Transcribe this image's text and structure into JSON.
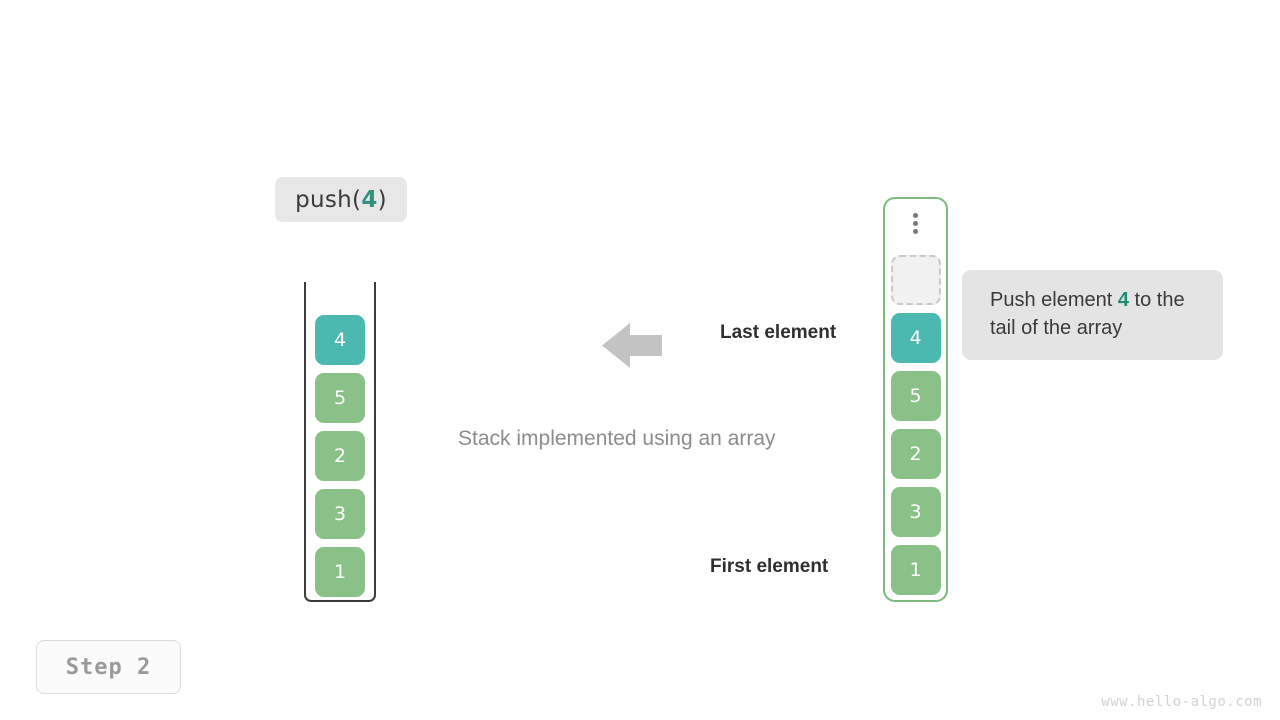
{
  "operation": {
    "label_prefix": "push(",
    "label_value": "4",
    "label_suffix": ")"
  },
  "caption": "Stack implemented using an array",
  "labels": {
    "last_element": "Last element",
    "first_element": "First element"
  },
  "tooltip": {
    "text_before": "Push element ",
    "accent": "4",
    "text_after": " to the tail of the array"
  },
  "step_badge": "Step  2",
  "watermark": "www.hello-algo.com",
  "colors": {
    "teal": "#4cb9b0",
    "green": "#8ac189",
    "accent_text": "#33907f",
    "container_border_green": "#7cba7e",
    "container_border_dark": "#3c3c3c",
    "gray_pill": "#e7e7e7",
    "arrow": "#c4c4c4"
  },
  "left_stack": {
    "name": "stack",
    "cells_top_to_bottom": [
      {
        "value": "4",
        "style": "teal"
      },
      {
        "value": "5",
        "style": "green"
      },
      {
        "value": "2",
        "style": "green"
      },
      {
        "value": "3",
        "style": "green"
      },
      {
        "value": "1",
        "style": "green"
      }
    ]
  },
  "right_array": {
    "name": "array",
    "ellipsis": "three-dots",
    "cells_top_to_bottom": [
      {
        "value": "",
        "style": "empty"
      },
      {
        "value": "4",
        "style": "teal"
      },
      {
        "value": "5",
        "style": "green"
      },
      {
        "value": "2",
        "style": "green"
      },
      {
        "value": "3",
        "style": "green"
      },
      {
        "value": "1",
        "style": "green"
      }
    ]
  }
}
